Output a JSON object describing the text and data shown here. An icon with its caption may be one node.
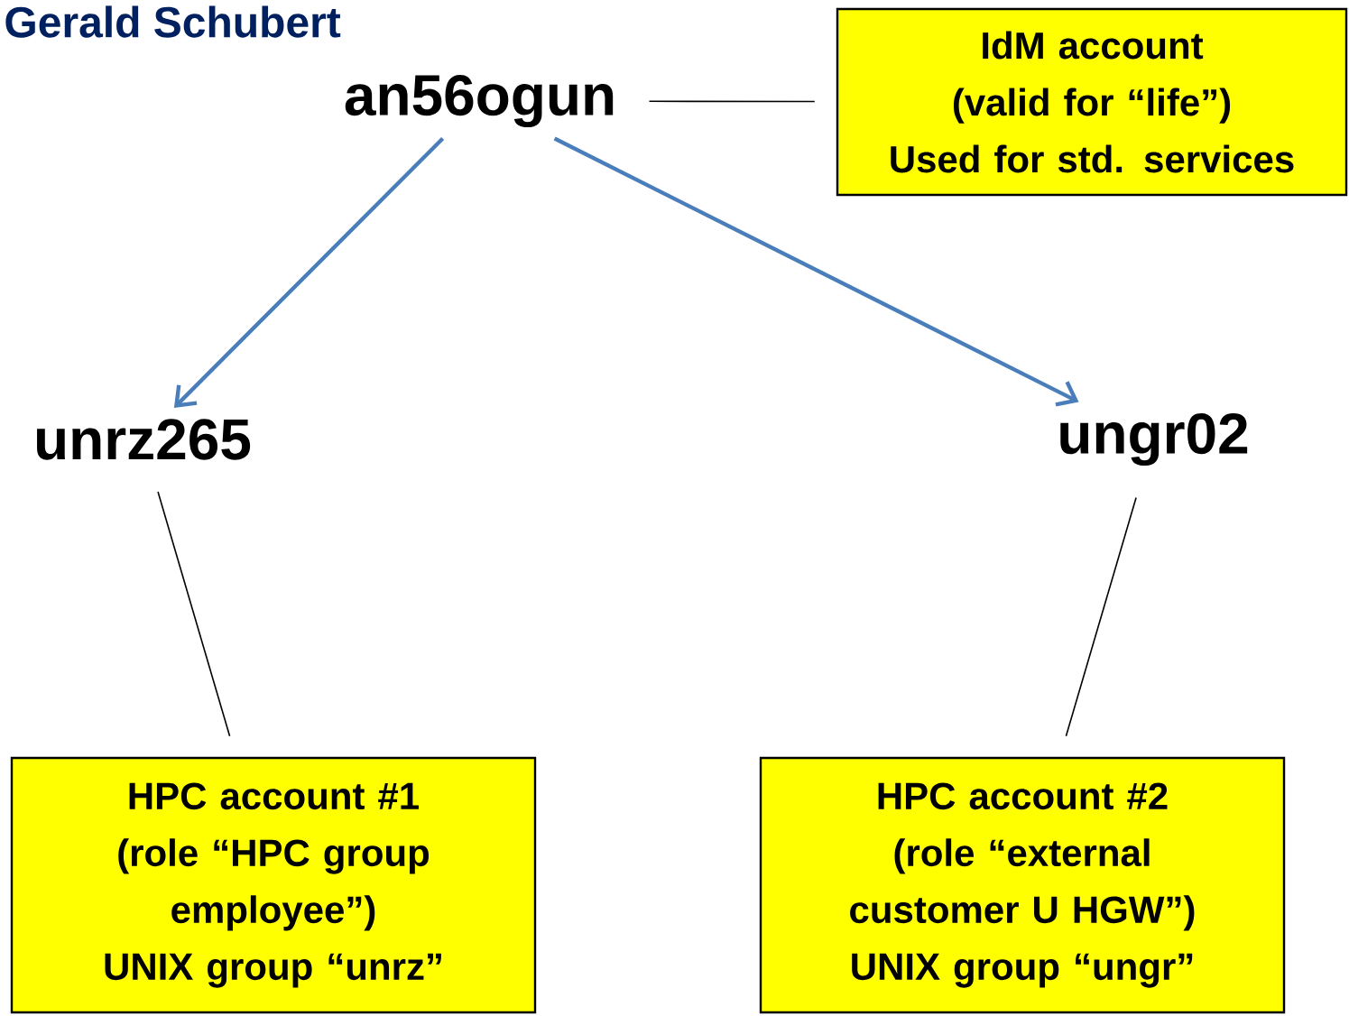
{
  "diagram": {
    "nodes": [
      {
        "text": [
          "an56ogun"
        ]
      },
      {
        "text": [
          "IdM account",
          "(valid for “life”)",
          "Used for std. services"
        ]
      },
      {
        "text": [
          "unrz265"
        ]
      },
      {
        "text": [
          "ungr02"
        ]
      },
      {
        "text": [
          "HPC account #1",
          "(role “HPC group employee”)",
          "UNIX group “unrz”"
        ]
      },
      {
        "text": [
          "HPC account #2",
          "(role “external customer U HGW”)",
          "UNIX group “ungr”"
        ]
      }
    ],
    "edges": [
      {
        "from": 0,
        "to": 1,
        "arrow": "none"
      },
      {
        "from": 0,
        "to": 2,
        "arrow": "to",
        "style": "thick",
        "color": "#4a7ebb"
      },
      {
        "from": 0,
        "to": 3,
        "arrow": "to",
        "style": "thick",
        "color": "#4a7ebb"
      },
      {
        "from": 2,
        "to": 4,
        "arrow": "none"
      },
      {
        "from": 3,
        "to": 5,
        "arrow": "none"
      }
    ],
    "labels": [
      "Gerald Schubert"
    ]
  }
}
